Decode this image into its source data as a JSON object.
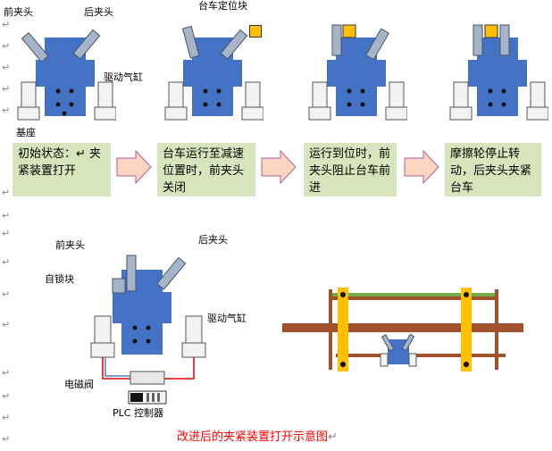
{
  "labels": {
    "front_clamp": "前夹头",
    "rear_clamp": "后夹头",
    "trolley_locator": "台车定位块",
    "drive_cylinder": "驱动气缸",
    "base": "基座",
    "self_lock": "自锁块",
    "solenoid_valve": "电磁阀",
    "plc": "PLC 控制器"
  },
  "steps": [
    {
      "text": "初始状态：↵ 夹紧装置打开"
    },
    {
      "text": "台车运行至减速位置时，前夹头关闭"
    },
    {
      "text": "运行到位时，前夹头阻止台车前进"
    },
    {
      "text": "摩擦轮停止转动，后夹头夹紧台车"
    }
  ],
  "caption": "改进后的夹紧装置打开示意图",
  "paragraph_mark": "↵",
  "colors": {
    "body_blue": "#4472c4",
    "arm_gray": "#a6b4c8",
    "locator_yellow": "#ffc000",
    "step_box_green": "#d8e4bc",
    "arrow_fill": "#fbd5c0",
    "arrow_stroke": "#b65e9e",
    "rail_brown": "#a0522d",
    "caption_red": "#ff0000"
  },
  "icons": [
    "paragraph-mark-icon",
    "step-arrow-icon",
    "clamp-device-icon",
    "locator-block-icon",
    "rail-icon"
  ]
}
